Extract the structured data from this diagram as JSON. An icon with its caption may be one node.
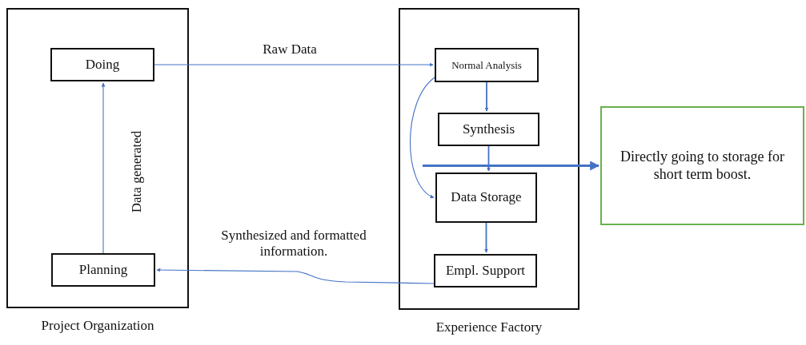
{
  "diagram": {
    "nodes": [
      {
        "text": [
          "Project Organization"
        ]
      },
      {
        "text": [
          "Doing"
        ],
        "in": 0
      },
      {
        "text": [
          "Planning"
        ],
        "in": 0
      },
      {
        "text": [
          "Experience Factory"
        ]
      },
      {
        "text": [
          "Normal Analysis"
        ],
        "in": 3
      },
      {
        "text": [
          "Synthesis"
        ],
        "in": 3
      },
      {
        "text": [
          "Data Storage"
        ],
        "in": 3
      },
      {
        "text": [
          "Empl. Support"
        ],
        "in": 3
      },
      {
        "text": [
          "Directly going to storage for short term boost."
        ]
      }
    ],
    "edges": [
      {
        "from": 2,
        "to": 1,
        "arrow": "to",
        "label": "Data generated"
      },
      {
        "from": 1,
        "to": 4,
        "arrow": "to",
        "label": "Raw Data"
      },
      {
        "from": 4,
        "to": 5,
        "arrow": "to"
      },
      {
        "from": 5,
        "to": 6,
        "arrow": "to"
      },
      {
        "from": 6,
        "to": 7,
        "arrow": "to"
      },
      {
        "from": 4,
        "to": 6,
        "arrow": "to"
      },
      {
        "from": 7,
        "to": 2,
        "arrow": "to",
        "label": "Synthesized and formatted information."
      },
      {
        "from": null,
        "to": 8,
        "arrow": "to",
        "style": "thick"
      }
    ]
  }
}
